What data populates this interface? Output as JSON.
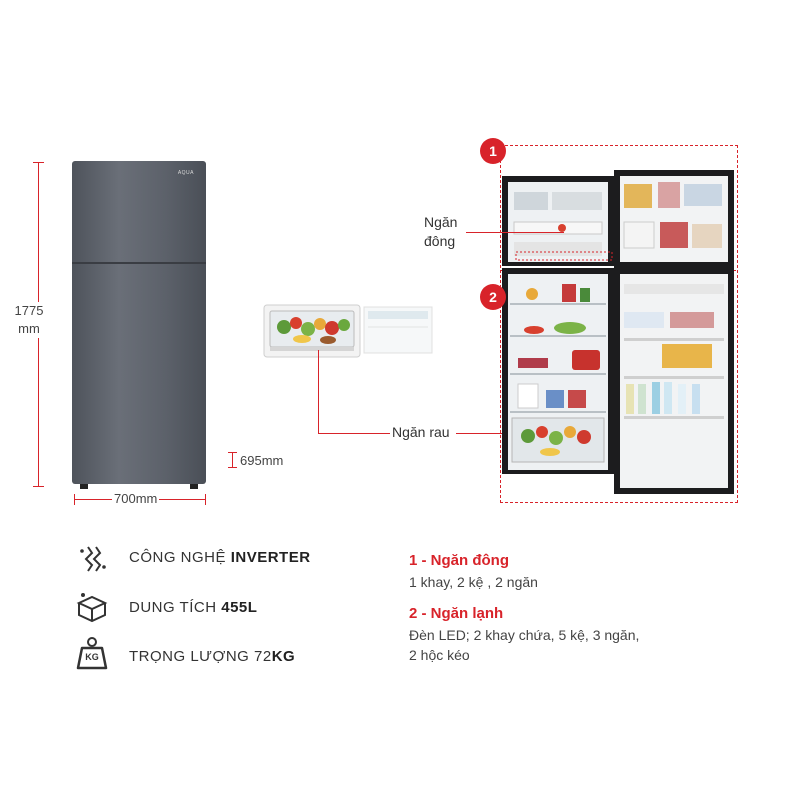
{
  "dimensions": {
    "height_value": "1775",
    "height_unit": "mm",
    "width": "700mm",
    "depth": "695mm"
  },
  "fridge": {
    "brand": "AQUA"
  },
  "callouts": {
    "freezer": "Ngăn\nđông",
    "crisper": "Ngăn rau",
    "badge1": "1",
    "badge2": "2"
  },
  "specs": [
    {
      "label_prefix": "CÔNG NGHỆ ",
      "label_bold": "INVERTER",
      "icon": "inverter-chip-icon"
    },
    {
      "label_prefix": "DUNG TÍCH ",
      "label_bold": "455L",
      "icon": "capacity-box-icon"
    },
    {
      "label_prefix": "TRỌNG LƯỢNG 72",
      "label_bold": "KG",
      "icon": "weight-kg-icon"
    }
  ],
  "weight_icon_text": "KG",
  "legend": [
    {
      "title": "1 - Ngăn đông",
      "text": "1 khay, 2 kệ , 2 ngăn"
    },
    {
      "title": "2 - Ngăn lạnh",
      "text_line1": "Đèn LED; 2 khay chứa, 5 kệ, 3 ngăn,",
      "text_line2": "2 hộc kéo"
    }
  ],
  "colors": {
    "accent": "#d8232a",
    "fridge_body": "#5a5f68",
    "interior_dark": "#1c1c1e"
  }
}
